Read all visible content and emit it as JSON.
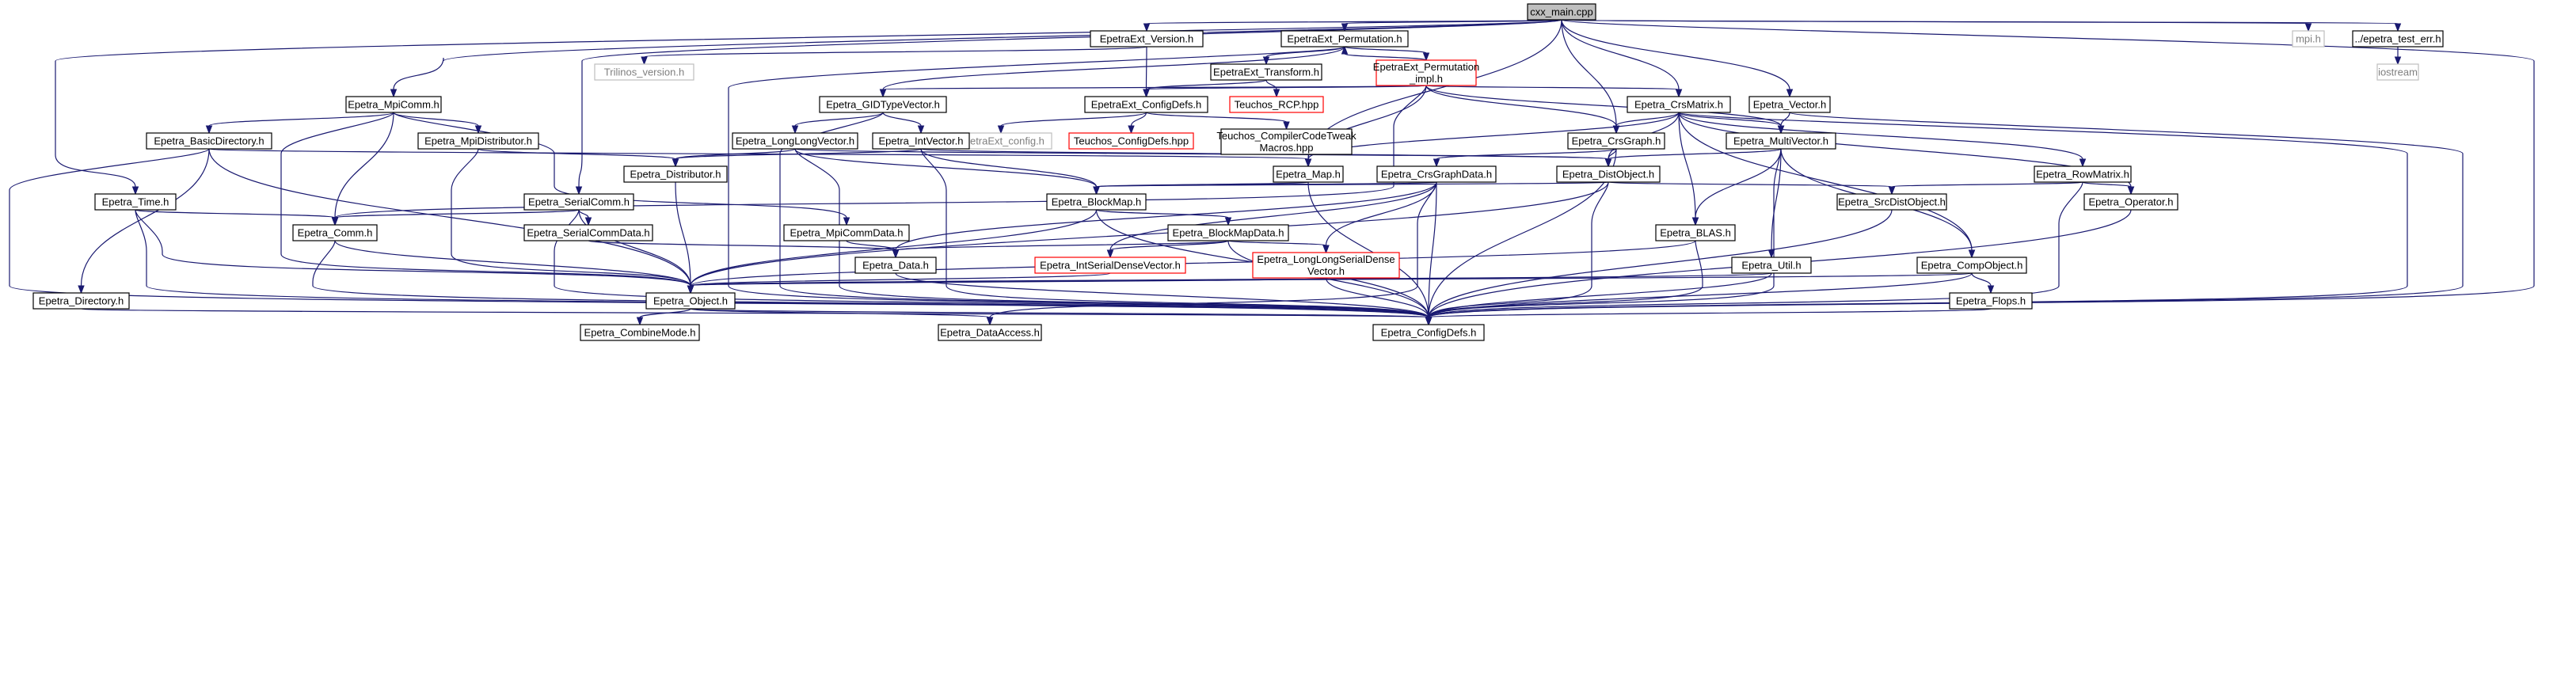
{
  "nodes": {
    "cxx_main": {
      "label": [
        "cxx_main.cpp"
      ],
      "kind": "root"
    },
    "mpi_h": {
      "label": [
        "mpi.h"
      ],
      "kind": "ext"
    },
    "epetra_test_err": {
      "label": [
        "../epetra_test_err.h"
      ],
      "kind": "normal"
    },
    "iostream": {
      "label": [
        "iostream"
      ],
      "kind": "ext"
    },
    "ext_version": {
      "label": [
        "EpetraExt_Version.h"
      ],
      "kind": "normal"
    },
    "trilinos_version": {
      "label": [
        "Trilinos_version.h"
      ],
      "kind": "ext"
    },
    "ext_permutation": {
      "label": [
        "EpetraExt_Permutation.h"
      ],
      "kind": "normal"
    },
    "ext_transform": {
      "label": [
        "EpetraExt_Transform.h"
      ],
      "kind": "normal"
    },
    "ext_perm_impl": {
      "label": [
        "EpetraExt_Permutation",
        "_impl.h"
      ],
      "kind": "trunc"
    },
    "teuchos_rcp": {
      "label": [
        "Teuchos_RCP.hpp"
      ],
      "kind": "trunc"
    },
    "ext_configdefs": {
      "label": [
        "EpetraExt_ConfigDefs.h"
      ],
      "kind": "normal"
    },
    "ext_config": {
      "label": [
        "EpetraExt_config.h"
      ],
      "kind": "ext"
    },
    "teuchos_configdefs": {
      "label": [
        "Teuchos_ConfigDefs.hpp"
      ],
      "kind": "trunc"
    },
    "teuchos_compiler": {
      "label": [
        "Teuchos_CompilerCodeTweak",
        "Macros.hpp"
      ],
      "kind": "normal"
    },
    "mpicomm": {
      "label": [
        "Epetra_MpiComm.h"
      ],
      "kind": "normal"
    },
    "basicdirectory": {
      "label": [
        "Epetra_BasicDirectory.h"
      ],
      "kind": "normal"
    },
    "mpidistributor": {
      "label": [
        "Epetra_MpiDistributor.h"
      ],
      "kind": "normal"
    },
    "gidtypevector": {
      "label": [
        "Epetra_GIDTypeVector.h"
      ],
      "kind": "normal"
    },
    "longlongvector": {
      "label": [
        "Epetra_LongLongVector.h"
      ],
      "kind": "normal"
    },
    "intvector": {
      "label": [
        "Epetra_IntVector.h"
      ],
      "kind": "normal"
    },
    "distributor": {
      "label": [
        "Epetra_Distributor.h"
      ],
      "kind": "normal"
    },
    "crsmatrix": {
      "label": [
        "Epetra_CrsMatrix.h"
      ],
      "kind": "normal"
    },
    "crsgraph": {
      "label": [
        "Epetra_CrsGraph.h"
      ],
      "kind": "normal"
    },
    "multivector": {
      "label": [
        "Epetra_MultiVector.h"
      ],
      "kind": "normal"
    },
    "vector": {
      "label": [
        "Epetra_Vector.h"
      ],
      "kind": "normal"
    },
    "map": {
      "label": [
        "Epetra_Map.h"
      ],
      "kind": "normal"
    },
    "crsgraphdata": {
      "label": [
        "Epetra_CrsGraphData.h"
      ],
      "kind": "normal"
    },
    "distobject": {
      "label": [
        "Epetra_DistObject.h"
      ],
      "kind": "normal"
    },
    "rowmatrix": {
      "label": [
        "Epetra_RowMatrix.h"
      ],
      "kind": "normal"
    },
    "time": {
      "label": [
        "Epetra_Time.h"
      ],
      "kind": "normal"
    },
    "serialcomm": {
      "label": [
        "Epetra_SerialComm.h"
      ],
      "kind": "normal"
    },
    "blockmap": {
      "label": [
        "Epetra_BlockMap.h"
      ],
      "kind": "normal"
    },
    "srcdistobject": {
      "label": [
        "Epetra_SrcDistObject.h"
      ],
      "kind": "normal"
    },
    "operator": {
      "label": [
        "Epetra_Operator.h"
      ],
      "kind": "normal"
    },
    "comm": {
      "label": [
        "Epetra_Comm.h"
      ],
      "kind": "normal"
    },
    "serialcommdata": {
      "label": [
        "Epetra_SerialCommData.h"
      ],
      "kind": "normal"
    },
    "mpicommdata": {
      "label": [
        "Epetra_MpiCommData.h"
      ],
      "kind": "normal"
    },
    "blockmapdata": {
      "label": [
        "Epetra_BlockMapData.h"
      ],
      "kind": "normal"
    },
    "blas": {
      "label": [
        "Epetra_BLAS.h"
      ],
      "kind": "normal"
    },
    "data": {
      "label": [
        "Epetra_Data.h"
      ],
      "kind": "normal"
    },
    "intserialdense": {
      "label": [
        "Epetra_IntSerialDenseVector.h"
      ],
      "kind": "trunc"
    },
    "longlongserialdense": {
      "label": [
        "Epetra_LongLongSerialDense",
        "Vector.h"
      ],
      "kind": "trunc"
    },
    "util": {
      "label": [
        "Epetra_Util.h"
      ],
      "kind": "normal"
    },
    "compobject": {
      "label": [
        "Epetra_CompObject.h"
      ],
      "kind": "normal"
    },
    "directory": {
      "label": [
        "Epetra_Directory.h"
      ],
      "kind": "normal"
    },
    "object": {
      "label": [
        "Epetra_Object.h"
      ],
      "kind": "normal"
    },
    "flops": {
      "label": [
        "Epetra_Flops.h"
      ],
      "kind": "normal"
    },
    "combinemode": {
      "label": [
        "Epetra_CombineMode.h"
      ],
      "kind": "normal"
    },
    "dataaccess": {
      "label": [
        "Epetra_DataAccess.h"
      ],
      "kind": "normal"
    },
    "configdefs": {
      "label": [
        "Epetra_ConfigDefs.h"
      ],
      "kind": "normal"
    }
  },
  "edges": [
    [
      "cxx_main",
      "mpi_h"
    ],
    [
      "cxx_main",
      "epetra_test_err"
    ],
    [
      "cxx_main",
      "ext_version"
    ],
    [
      "cxx_main",
      "ext_permutation"
    ],
    [
      "cxx_main",
      "mpicomm"
    ],
    [
      "cxx_main",
      "time"
    ],
    [
      "cxx_main",
      "serialcomm"
    ],
    [
      "cxx_main",
      "crsmatrix"
    ],
    [
      "cxx_main",
      "crsgraph"
    ],
    [
      "cxx_main",
      "vector"
    ],
    [
      "cxx_main",
      "map"
    ],
    [
      "cxx_main",
      "configdefs"
    ],
    [
      "epetra_test_err",
      "iostream"
    ],
    [
      "ext_version",
      "trilinos_version"
    ],
    [
      "ext_version",
      "ext_configdefs"
    ],
    [
      "ext_permutation",
      "ext_transform"
    ],
    [
      "ext_permutation",
      "ext_perm_impl"
    ],
    [
      "ext_permutation",
      "gidtypevector"
    ],
    [
      "ext_permutation",
      "configdefs"
    ],
    [
      "ext_perm_impl",
      "ext_permutation"
    ],
    [
      "ext_perm_impl",
      "ext_configdefs"
    ],
    [
      "ext_perm_impl",
      "gidtypevector"
    ],
    [
      "ext_perm_impl",
      "crsmatrix"
    ],
    [
      "ext_perm_impl",
      "crsgraph"
    ],
    [
      "ext_perm_impl",
      "multivector"
    ],
    [
      "ext_perm_impl",
      "map"
    ],
    [
      "ext_perm_impl",
      "comm"
    ],
    [
      "ext_transform",
      "teuchos_rcp"
    ],
    [
      "ext_transform",
      "ext_configdefs"
    ],
    [
      "ext_configdefs",
      "ext_config"
    ],
    [
      "ext_configdefs",
      "teuchos_configdefs"
    ],
    [
      "ext_configdefs",
      "teuchos_compiler"
    ],
    [
      "mpicomm",
      "basicdirectory"
    ],
    [
      "mpicomm",
      "mpidistributor"
    ],
    [
      "mpicomm",
      "comm"
    ],
    [
      "mpicomm",
      "mpicommdata"
    ],
    [
      "mpicomm",
      "object"
    ],
    [
      "basicdirectory",
      "directory"
    ],
    [
      "basicdirectory",
      "map"
    ],
    [
      "basicdirectory",
      "object"
    ],
    [
      "basicdirectory",
      "configdefs"
    ],
    [
      "mpidistributor",
      "distributor"
    ],
    [
      "mpidistributor",
      "object"
    ],
    [
      "gidtypevector",
      "longlongvector"
    ],
    [
      "gidtypevector",
      "intvector"
    ],
    [
      "gidtypevector",
      "configdefs"
    ],
    [
      "longlongvector",
      "distributor"
    ],
    [
      "longlongvector",
      "distobject"
    ],
    [
      "longlongvector",
      "blockmap"
    ],
    [
      "longlongvector",
      "configdefs"
    ],
    [
      "intvector",
      "distributor"
    ],
    [
      "intvector",
      "distobject"
    ],
    [
      "intvector",
      "blockmap"
    ],
    [
      "intvector",
      "configdefs"
    ],
    [
      "distributor",
      "object"
    ],
    [
      "crsmatrix",
      "crsgraph"
    ],
    [
      "crsmatrix",
      "multivector"
    ],
    [
      "crsmatrix",
      "distobject"
    ],
    [
      "crsmatrix",
      "rowmatrix"
    ],
    [
      "crsmatrix",
      "operator"
    ],
    [
      "crsmatrix",
      "blas"
    ],
    [
      "crsmatrix",
      "compobject"
    ],
    [
      "crsmatrix",
      "map"
    ],
    [
      "crsmatrix",
      "configdefs"
    ],
    [
      "crsgraph",
      "crsgraphdata"
    ],
    [
      "crsgraph",
      "distobject"
    ],
    [
      "crsgraph",
      "configdefs"
    ],
    [
      "multivector",
      "distobject"
    ],
    [
      "multivector",
      "blas"
    ],
    [
      "multivector",
      "util"
    ],
    [
      "multivector",
      "compobject"
    ],
    [
      "multivector",
      "configdefs"
    ],
    [
      "vector",
      "multivector"
    ],
    [
      "vector",
      "configdefs"
    ],
    [
      "map",
      "blockmap"
    ],
    [
      "map",
      "configdefs"
    ],
    [
      "crsgraphdata",
      "blockmap"
    ],
    [
      "crsgraphdata",
      "data"
    ],
    [
      "crsgraphdata",
      "intserialdense"
    ],
    [
      "crsgraphdata",
      "longlongserialdense"
    ],
    [
      "crsgraphdata",
      "dataaccess"
    ],
    [
      "crsgraphdata",
      "configdefs"
    ],
    [
      "distobject",
      "blockmap"
    ],
    [
      "distobject",
      "srcdistobject"
    ],
    [
      "distobject",
      "object"
    ],
    [
      "distobject",
      "configdefs"
    ],
    [
      "rowmatrix",
      "srcdistobject"
    ],
    [
      "rowmatrix",
      "operator"
    ],
    [
      "rowmatrix",
      "configdefs"
    ],
    [
      "time",
      "comm"
    ],
    [
      "time",
      "object"
    ],
    [
      "time",
      "configdefs"
    ],
    [
      "serialcomm",
      "comm"
    ],
    [
      "serialcomm",
      "serialcommdata"
    ],
    [
      "serialcomm",
      "object"
    ],
    [
      "serialcomm",
      "configdefs"
    ],
    [
      "blockmap",
      "blockmapdata"
    ],
    [
      "blockmap",
      "object"
    ],
    [
      "blockmap",
      "configdefs"
    ],
    [
      "srcdistobject",
      "configdefs"
    ],
    [
      "operator",
      "configdefs"
    ],
    [
      "comm",
      "object"
    ],
    [
      "comm",
      "configdefs"
    ],
    [
      "serialcommdata",
      "data"
    ],
    [
      "mpicommdata",
      "data"
    ],
    [
      "blockmapdata",
      "data"
    ],
    [
      "blockmapdata",
      "intserialdense"
    ],
    [
      "blockmapdata",
      "longlongserialdense"
    ],
    [
      "blockmapdata",
      "configdefs"
    ],
    [
      "blas",
      "object"
    ],
    [
      "blas",
      "configdefs"
    ],
    [
      "data",
      "configdefs"
    ],
    [
      "intserialdense",
      "object"
    ],
    [
      "longlongserialdense",
      "object"
    ],
    [
      "longlongserialdense",
      "configdefs"
    ],
    [
      "util",
      "object"
    ],
    [
      "util",
      "configdefs"
    ],
    [
      "compobject",
      "object"
    ],
    [
      "compobject",
      "flops"
    ],
    [
      "compobject",
      "configdefs"
    ],
    [
      "directory",
      "configdefs"
    ],
    [
      "object",
      "combinemode"
    ],
    [
      "object",
      "dataaccess"
    ],
    [
      "object",
      "configdefs"
    ],
    [
      "flops",
      "configdefs"
    ]
  ]
}
